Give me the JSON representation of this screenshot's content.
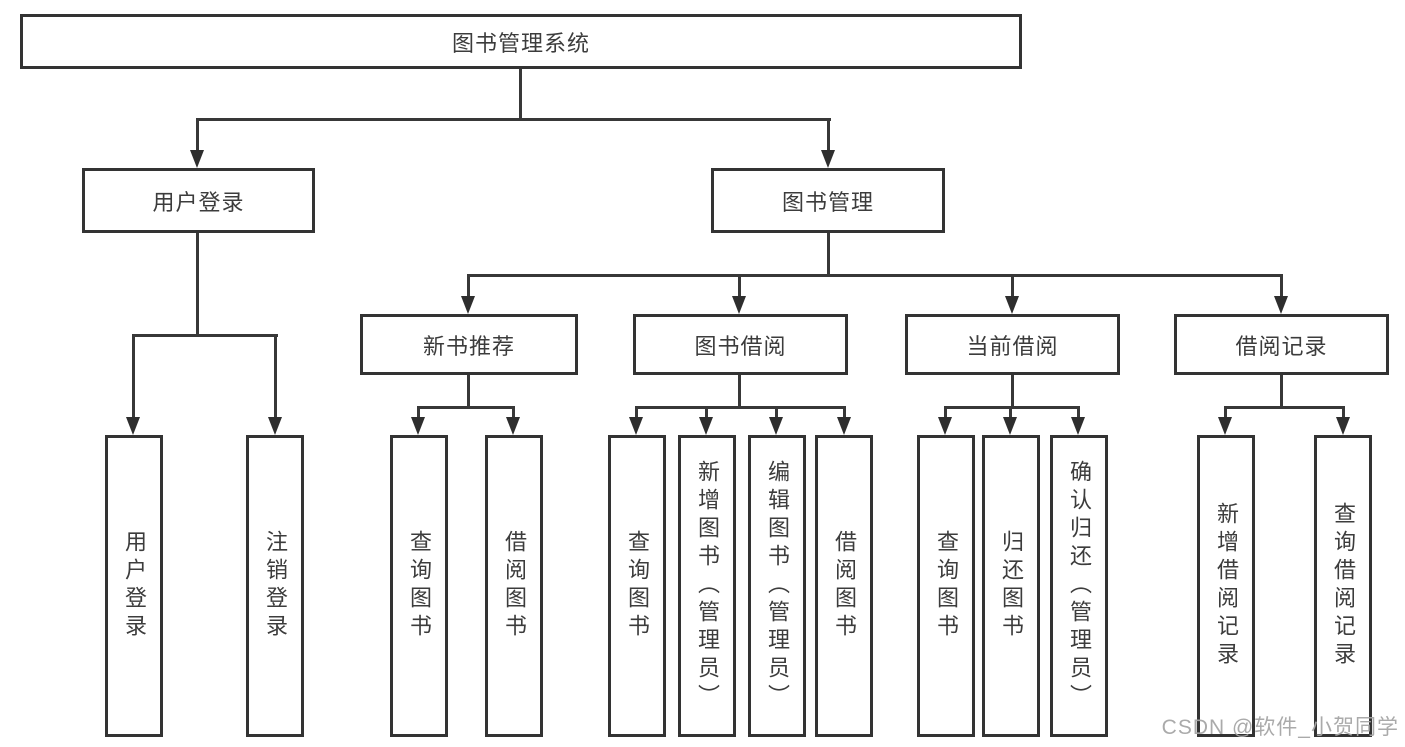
{
  "tree": {
    "root": {
      "label": "图书管理系统"
    },
    "branches": [
      {
        "label": "用户登录",
        "children": [
          {
            "label": "用户登录"
          },
          {
            "label": "注销登录"
          }
        ]
      },
      {
        "label": "图书管理",
        "children": [
          {
            "label": "新书推荐",
            "children": [
              {
                "label": "查询图书"
              },
              {
                "label": "借阅图书"
              }
            ]
          },
          {
            "label": "图书借阅",
            "children": [
              {
                "label": "查询图书"
              },
              {
                "label": "新增图书（管理员）"
              },
              {
                "label": "编辑图书（管理员）"
              },
              {
                "label": "借阅图书"
              }
            ]
          },
          {
            "label": "当前借阅",
            "children": [
              {
                "label": "查询图书"
              },
              {
                "label": "归还图书"
              },
              {
                "label": "确认归还（管理员）"
              }
            ]
          },
          {
            "label": "借阅记录",
            "children": [
              {
                "label": "新增借阅记录"
              },
              {
                "label": "查询借阅记录"
              }
            ]
          }
        ]
      }
    ]
  },
  "watermark": {
    "text": "CSDN @软件_小贺同学"
  },
  "colors": {
    "box_border": "#333333",
    "connector_line": "#383838",
    "arrowhead": "#2e2e2e",
    "text": "#3c3c3c",
    "watermark_text": "#a5a5a5",
    "background": "#ffffff"
  }
}
